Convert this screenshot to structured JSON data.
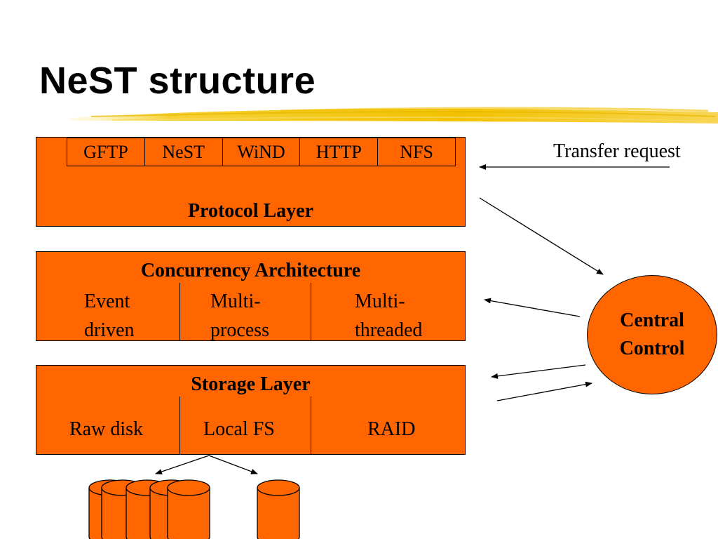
{
  "slide": {
    "title": "NeST structure"
  },
  "protocol_layer": {
    "protocols": [
      "GFTP",
      "NeST",
      "WiND",
      "HTTP",
      "NFS"
    ],
    "title": "Protocol Layer"
  },
  "concurrency_layer": {
    "title": "Concurrency Architecture",
    "models": [
      {
        "line1": "Event",
        "line2": "driven"
      },
      {
        "line1": "Multi-",
        "line2": "process"
      },
      {
        "line1": "Multi-",
        "line2": "threaded"
      }
    ]
  },
  "storage_layer": {
    "title": "Storage Layer",
    "backends": [
      "Raw disk",
      "Local FS",
      "RAID"
    ]
  },
  "central_control": {
    "line1": "Central",
    "line2": "Control"
  },
  "transfer_request": "Transfer request",
  "colors": {
    "box_fill": "#ff6600",
    "outline": "#000000",
    "underline_brush": "#f2c200"
  },
  "icons": {
    "disk": "cylinder-disk-icon",
    "underline": "yellow-brush-stroke"
  }
}
